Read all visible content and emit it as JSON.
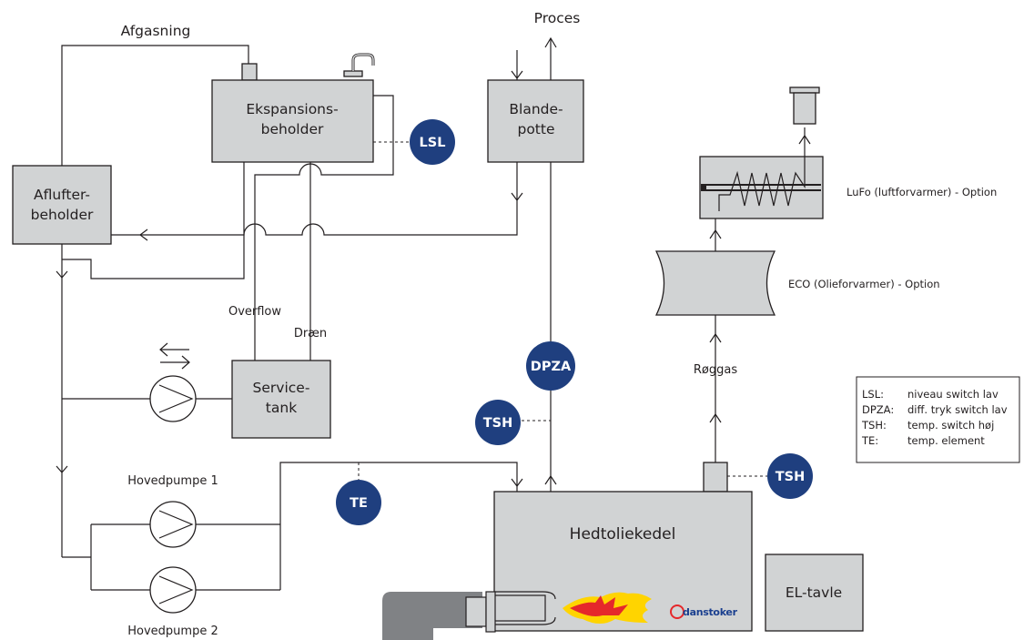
{
  "colors": {
    "component_fill": "#d1d3d4",
    "line": "#231f20",
    "badge": "#1f3f7f",
    "flame_outer": "#ffd400",
    "flame_inner": "#e5282b",
    "brand": "#1a3f8f",
    "burner": "#808285"
  },
  "labels": {
    "afgasning": "Afgasning",
    "proces": "Proces",
    "ekspansion_line1": "Ekspansions-",
    "ekspansion_line2": "beholder",
    "blande_line1": "Blande-",
    "blande_line2": "potte",
    "aflufter_line1": "Aflufter-",
    "aflufter_line2": "beholder",
    "lufo": "LuFo (luftforvarmer) - Option",
    "eco": "ECO (Olieforvarmer) - Option",
    "overflow": "Overflow",
    "draen": "Dræn",
    "service_line1": "Service-",
    "service_line2": "tank",
    "roeggas": "Røggas",
    "hovedpumpe1": "Hovedpumpe 1",
    "hovedpumpe2": "Hovedpumpe 2",
    "hedtoliekedel": "Hedtoliekedel",
    "el_tavle": "EL-tavle",
    "brand_logo": "danstoker"
  },
  "badges": {
    "lsl": "LSL",
    "dpza": "DPZA",
    "tsh_left": "TSH",
    "te": "TE",
    "tsh_right": "TSH"
  },
  "legend": [
    {
      "key": "LSL:",
      "value": "niveau switch lav"
    },
    {
      "key": "DPZA:",
      "value": "diff. tryk switch lav"
    },
    {
      "key": "TSH:",
      "value": "temp. switch høj"
    },
    {
      "key": "TE:",
      "value": "temp. element"
    }
  ]
}
